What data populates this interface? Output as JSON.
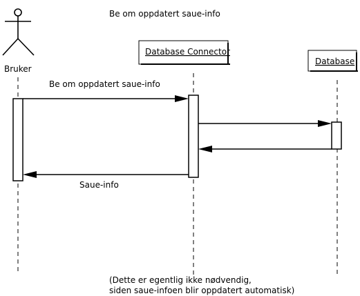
{
  "title": "Be om oppdatert saue-info",
  "actor": {
    "label": "Bruker"
  },
  "participants": [
    {
      "id": "db_connector",
      "label": "Database Connector"
    },
    {
      "id": "database",
      "label": "Database"
    }
  ],
  "messages": [
    {
      "from": "Bruker",
      "to": "Database Connector",
      "label": "Be om oppdatert saue-info"
    },
    {
      "from": "Database Connector",
      "to": "Database",
      "label": ""
    },
    {
      "from": "Database",
      "to": "Database Connector",
      "label": ""
    },
    {
      "from": "Database Connector",
      "to": "Bruker",
      "label": "Saue-info"
    }
  ],
  "note": {
    "line1": "(Dette er egentlig ikke nødvendig,",
    "line2": "siden saue-infoen blir oppdatert automatisk)"
  }
}
